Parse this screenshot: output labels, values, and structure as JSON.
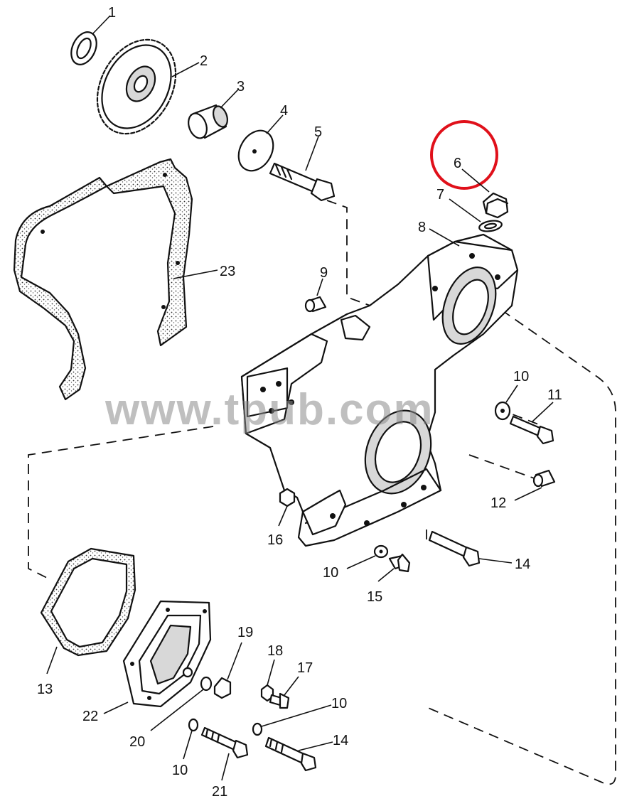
{
  "watermark": "www.tpub.com",
  "highlight_color": "#e0101a",
  "highlighted_callout": "6",
  "callouts": {
    "c1": "1",
    "c2": "2",
    "c3": "3",
    "c4": "4",
    "c5": "5",
    "c6": "6",
    "c7": "7",
    "c8": "8",
    "c9": "9",
    "c10a": "10",
    "c11": "11",
    "c12": "12",
    "c13": "13",
    "c14a": "14",
    "c10b": "10",
    "c15": "15",
    "c16": "16",
    "c17": "17",
    "c18": "18",
    "c19": "19",
    "c10c": "10",
    "c20": "20",
    "c21": "21",
    "c22": "22",
    "c23": "23",
    "c10d": "10",
    "c14b": "14"
  }
}
